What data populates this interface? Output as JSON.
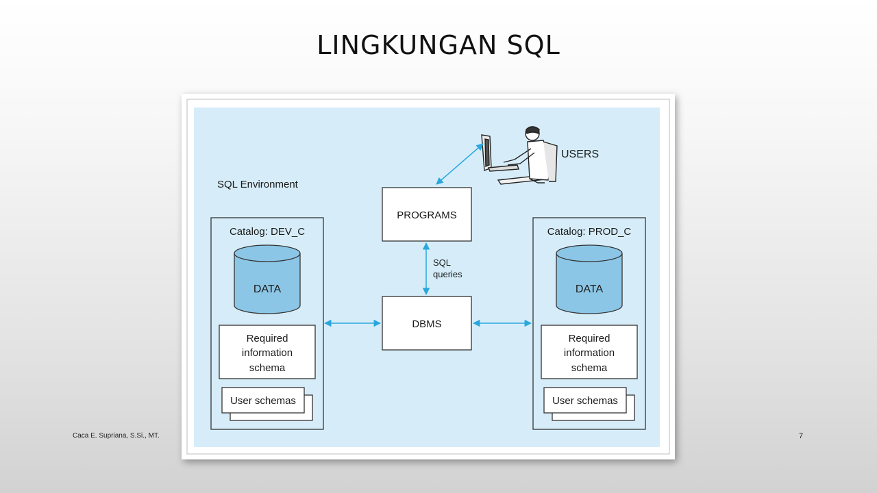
{
  "slide": {
    "title": "LINGKUNGAN SQL",
    "footer_author": "Caca E. Supriana, S.Si., MT.",
    "page_number": "7"
  },
  "diagram": {
    "environment_label": "SQL Environment",
    "users_label": "USERS",
    "programs_label": "PROGRAMS",
    "dbms_label": "DBMS",
    "sql_queries_line1": "SQL",
    "sql_queries_line2": "queries",
    "left_catalog": {
      "label": "Catalog: DEV_C",
      "data_label": "DATA",
      "schema_line1": "Required",
      "schema_line2": "information",
      "schema_line3": "schema",
      "user_schemas": "User schemas"
    },
    "right_catalog": {
      "label": "Catalog: PROD_C",
      "data_label": "DATA",
      "schema_line1": "Required",
      "schema_line2": "information",
      "schema_line3": "schema",
      "user_schemas": "User schemas"
    },
    "colors": {
      "environment_fill": "#d6edf9",
      "cylinder_fill": "#8cc6e6",
      "arrow": "#2aa7dd",
      "box_stroke": "#333333"
    }
  }
}
